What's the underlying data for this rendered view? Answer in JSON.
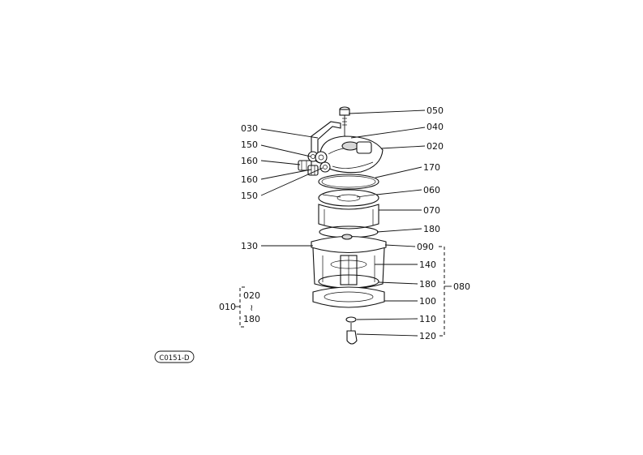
{
  "labels": {
    "p050": "050",
    "p040": "040",
    "p020": "020",
    "p030": "030",
    "p150a": "150",
    "p160a": "160",
    "p160b": "160",
    "p150b": "150",
    "p170": "170",
    "p060": "060",
    "p070": "070",
    "p180a": "180",
    "p130": "130",
    "p090": "090",
    "p140": "140",
    "p180b": "180",
    "p080": "080",
    "p100": "100",
    "p110": "110",
    "p120": "120",
    "g010": "010",
    "g020": "020",
    "gtilde": "~",
    "g180": "180"
  },
  "code_stamp": "C0151-D"
}
